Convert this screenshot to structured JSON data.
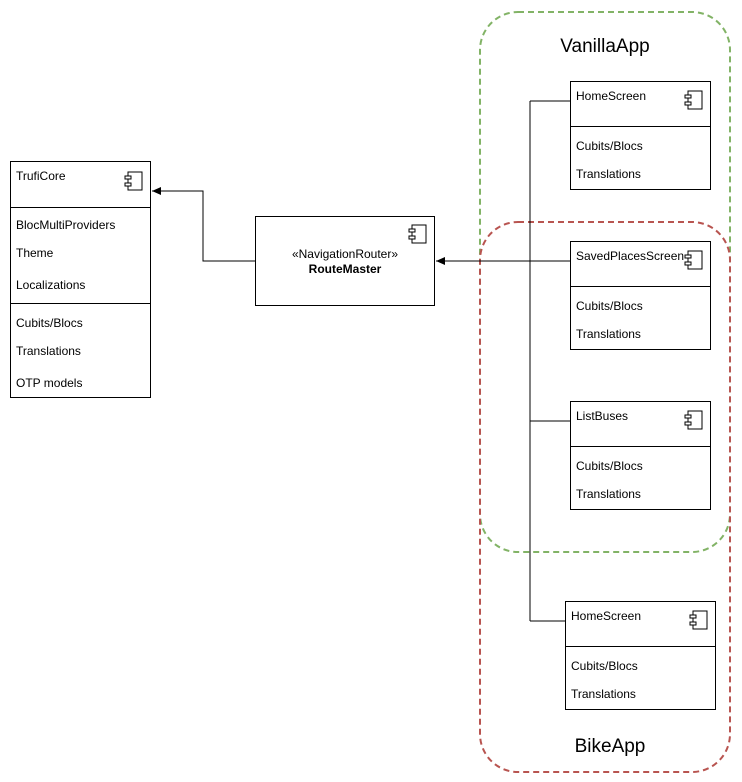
{
  "groups": {
    "vanilla": {
      "label": "VanillaApp",
      "color": "#82b366"
    },
    "bike": {
      "label": "BikeApp",
      "color": "#b85450"
    }
  },
  "truficore": {
    "title": "TrufiCore",
    "section1": [
      "BlocMultiProviders",
      "Theme",
      "Localizations"
    ],
    "section2": [
      "Cubits/Blocs",
      "Translations",
      "OTP models"
    ]
  },
  "router": {
    "stereotype": "«NavigationRouter»",
    "name": "RouteMaster"
  },
  "components": [
    {
      "title": "HomeScreen",
      "items": [
        "Cubits/Blocs",
        "Translations"
      ]
    },
    {
      "title": "SavedPlacesScreen",
      "items": [
        "Cubits/Blocs",
        "Translations"
      ]
    },
    {
      "title": "ListBuses",
      "items": [
        "Cubits/Blocs",
        "Translations"
      ]
    },
    {
      "title": "HomeScreen",
      "items": [
        "Cubits/Blocs",
        "Translations"
      ]
    }
  ]
}
